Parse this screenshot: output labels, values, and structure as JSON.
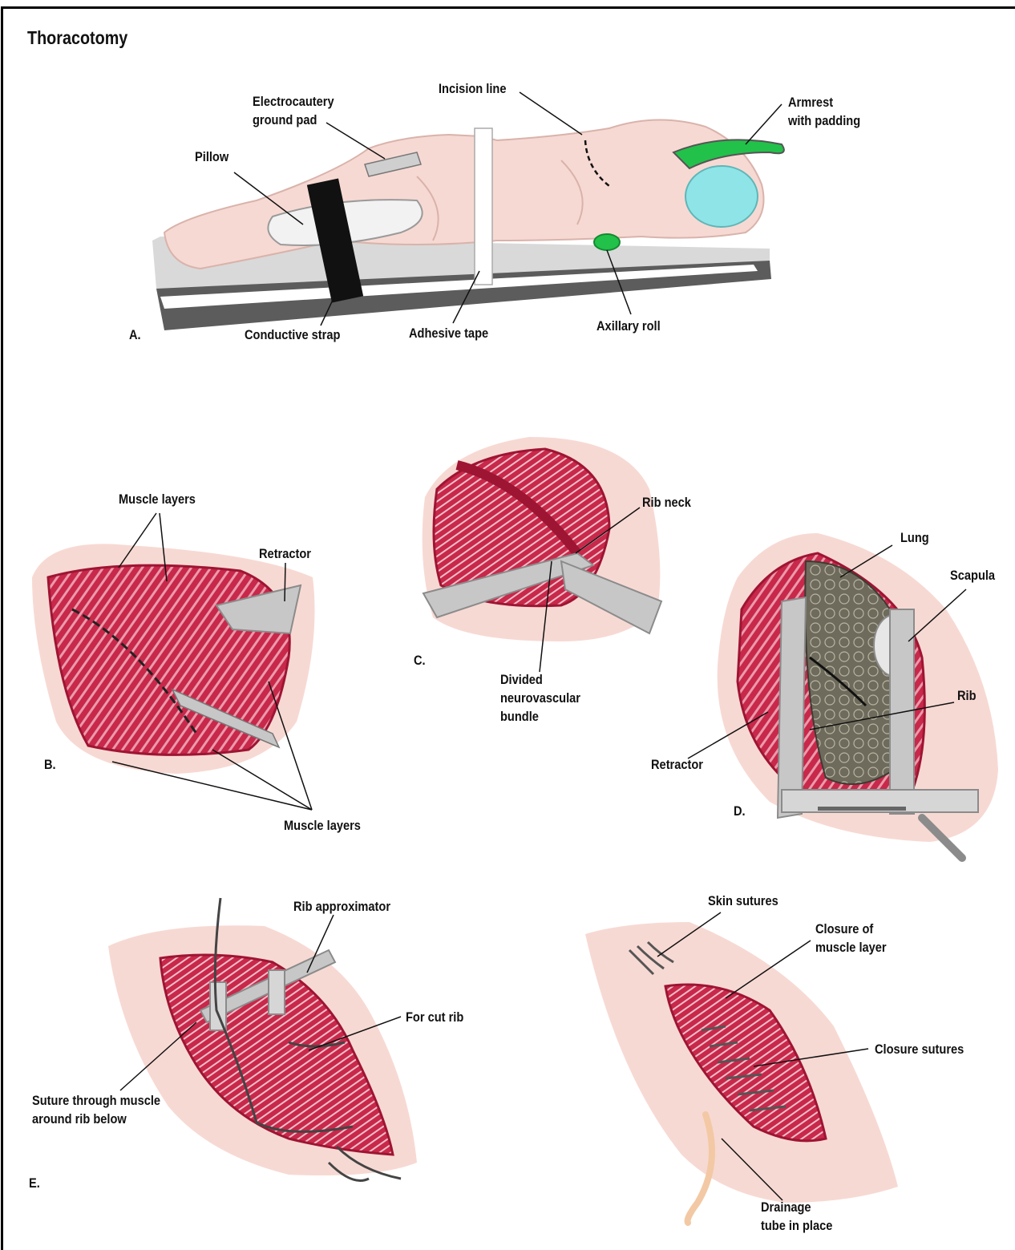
{
  "title": "Thoracotomy",
  "colors": {
    "skin": "#f7d9d3",
    "skin_light": "#fbe8e4",
    "muscle": "#c8284a",
    "muscle_dark": "#9e1533",
    "muscle_light": "#f3b6c3",
    "metal": "#c7c7c7",
    "metal_dark": "#8b8b8b",
    "lung": "#6e6b5c",
    "green": "#22c14a",
    "teal": "#8ee4e6",
    "strap": "#111111",
    "tube": "#f2c9a4"
  },
  "panels": {
    "a": {
      "letter": "A.",
      "labels": {
        "pillow": "Pillow",
        "ground_pad": "Electrocautery\nground pad",
        "incision_line": "Incision line",
        "armrest": "Armrest\nwith padding",
        "conductive_strap": "Conductive strap",
        "adhesive_tape": "Adhesive tape",
        "axillary_roll": "Axillary roll"
      }
    },
    "b": {
      "letter": "B.",
      "labels": {
        "muscle_layers_top": "Muscle layers",
        "retractor": "Retractor",
        "muscle_layers_bottom": "Muscle layers"
      }
    },
    "c": {
      "letter": "C.",
      "labels": {
        "rib_neck": "Rib neck",
        "divided_bundle": "Divided\nneurovascular\nbundle"
      }
    },
    "d": {
      "letter": "D.",
      "labels": {
        "lung": "Lung",
        "scapula": "Scapula",
        "rib": "Rib",
        "retractor": "Retractor"
      }
    },
    "e": {
      "letter": "E.",
      "labels": {
        "rib_approximator": "Rib approximator",
        "for_cut_rib": "For cut rib",
        "suture_muscle": "Suture through muscle\naround rib below",
        "skin_sutures": "Skin sutures",
        "closure_muscle": "Closure of\nmuscle layer",
        "closure_sutures": "Closure sutures",
        "drainage_tube": "Drainage\ntube in place"
      }
    }
  }
}
